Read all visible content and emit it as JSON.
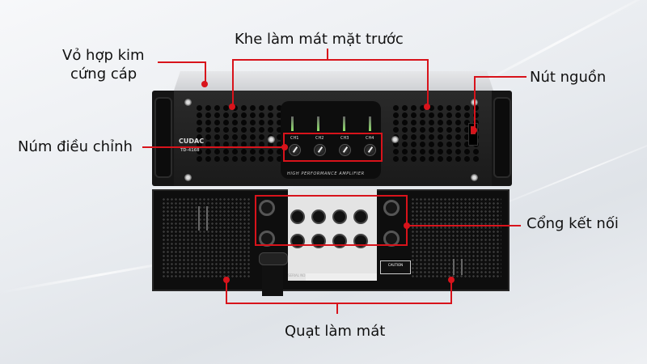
{
  "callouts": {
    "housing": "Vỏ hợp kim\ncứng cáp",
    "housing_line1": "Vỏ hợp kim",
    "housing_line2": "cứng cáp",
    "front_vents": "Khe làm mát mặt trước",
    "power_button": "Nút nguồn",
    "adjust_knobs": "Núm điều chỉnh",
    "connection_ports": "Cổng kết nối",
    "cooling_fans": "Quạt làm mát"
  },
  "device": {
    "brand": "CUDAC",
    "model": "TD-4168",
    "front_caption": "HIGH PERFORMANCE AMPLIFIER",
    "channels": [
      "CH1",
      "CH2",
      "CH3",
      "CH4"
    ],
    "rear_caution": "CAUTION",
    "rear_serial_label": "SERIAL NO:"
  },
  "colors": {
    "callout_red": "#d8131b",
    "text": "#111111",
    "background": "#e9ecf0"
  }
}
